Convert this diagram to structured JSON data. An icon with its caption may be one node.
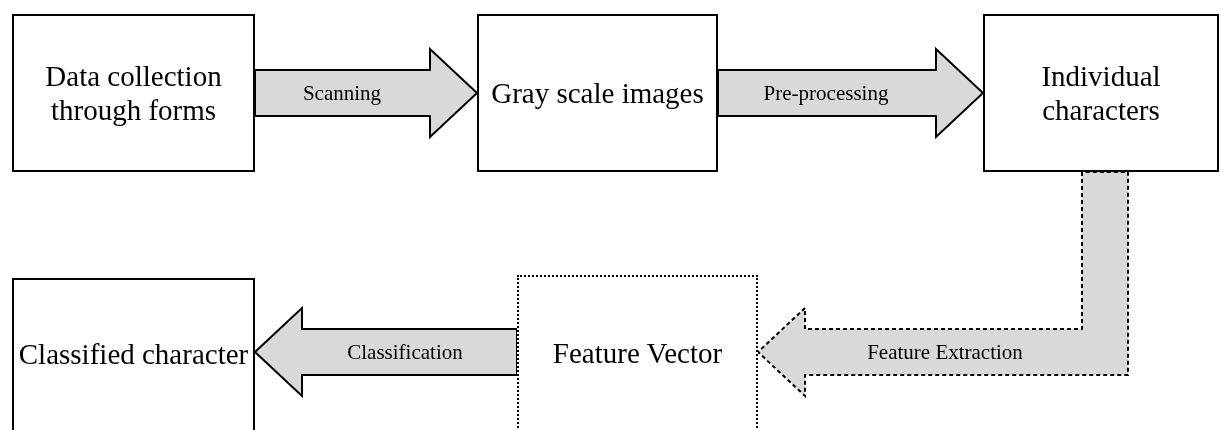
{
  "diagram": {
    "nodes": [
      {
        "text": [
          "Data collection through forms"
        ]
      },
      {
        "text": [
          "Gray scale images"
        ]
      },
      {
        "text": [
          "Individual characters"
        ]
      },
      {
        "text": [
          "Feature Vector"
        ]
      },
      {
        "text": [
          "Classified character"
        ]
      }
    ],
    "edges": [
      {
        "from": 0,
        "to": 1,
        "arrow": "to",
        "label": "Scanning"
      },
      {
        "from": 1,
        "to": 2,
        "arrow": "to",
        "label": "Pre-processing"
      },
      {
        "from": 2,
        "to": 3,
        "arrow": "to",
        "label": "Feature Extraction",
        "style": "dashed"
      },
      {
        "from": 3,
        "to": 4,
        "arrow": "to",
        "label": "Classification"
      }
    ]
  }
}
